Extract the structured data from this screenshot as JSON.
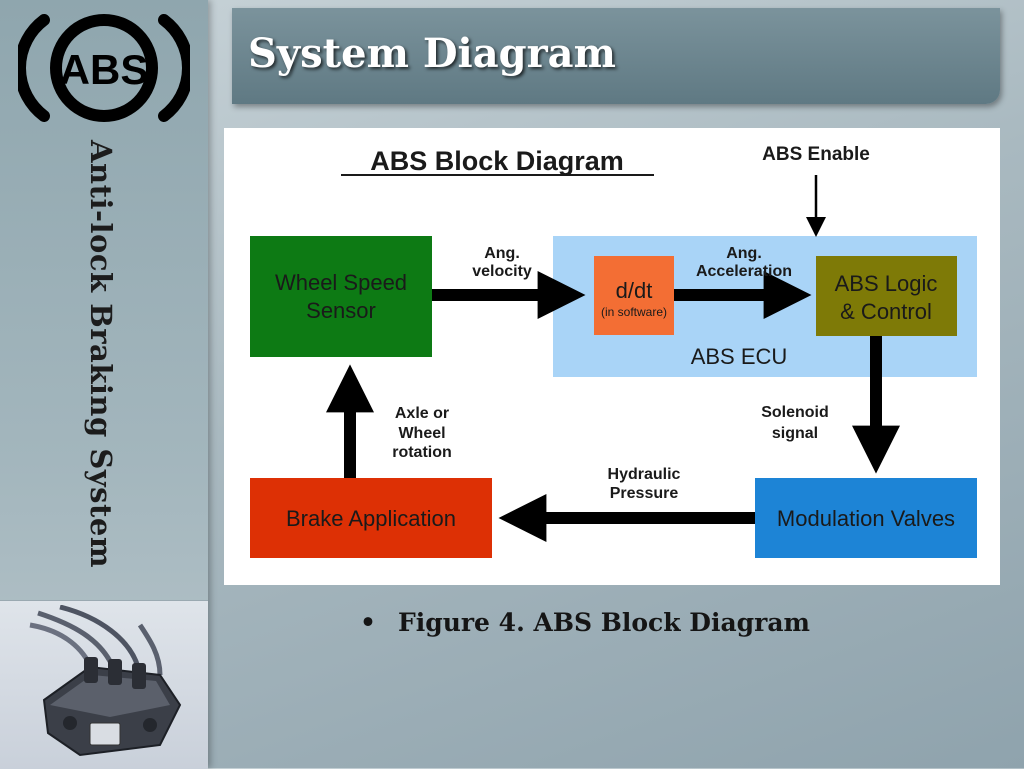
{
  "slide": {
    "sidebar_title": "Anti-lock Braking System",
    "logo_text": "ABS",
    "page_title": "System Diagram",
    "caption_bullet": "•",
    "caption": "Figure 4. ABS Block Diagram"
  },
  "diagram": {
    "title": "ABS Block Diagram",
    "nodes": {
      "wheel_speed_sensor": [
        "Wheel Speed",
        "Sensor"
      ],
      "ddt": "d/dt",
      "ddt_sub": "(in software)",
      "abs_logic": [
        "ABS Logic",
        "& Control"
      ],
      "abs_ecu": "ABS ECU",
      "modulation_valves": "Modulation Valves",
      "brake_application": "Brake Application"
    },
    "edges": {
      "abs_enable": "ABS Enable",
      "ang_velocity": [
        "Ang.",
        "velocity"
      ],
      "ang_acceleration": [
        "Ang.",
        "Acceleration"
      ],
      "solenoid_signal": [
        "Solenoid",
        "signal"
      ],
      "hydraulic_pressure": [
        "Hydraulic",
        "Pressure"
      ],
      "axle_rotation": [
        "Axle or",
        "Wheel",
        "rotation"
      ]
    },
    "colors": {
      "ecu": "#a9d4f7",
      "wheel_speed_sensor": "#0d7a14",
      "ddt": "#f36e34",
      "abs_logic": "#7e7a07",
      "modulation_valves": "#1d84d6",
      "brake_application": "#dd3005"
    }
  }
}
